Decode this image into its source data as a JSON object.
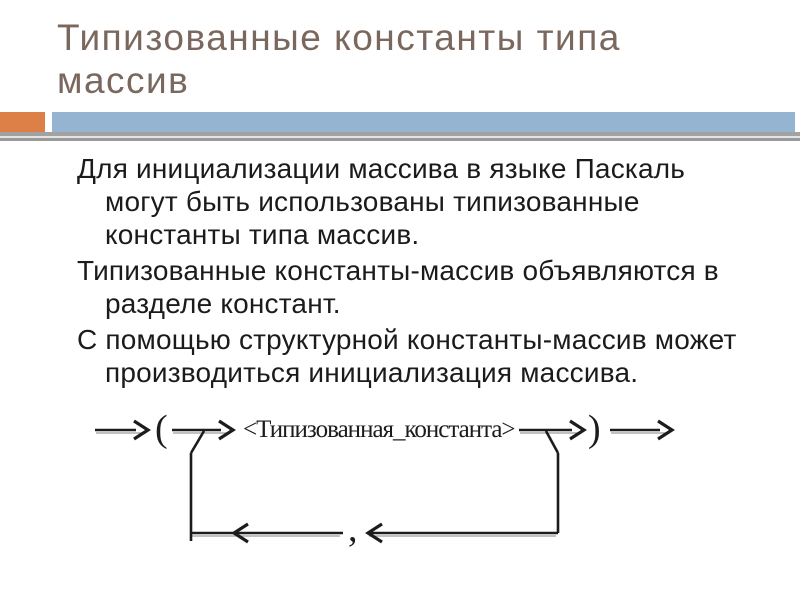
{
  "slide": {
    "title": {
      "line1": "Типизованные константы типа",
      "line2": "массив"
    },
    "theme_colors": {
      "title_text": "#7a685e",
      "accent_orange": "#dd8047",
      "accent_blue": "#94b4d2",
      "rule_gray": "#9a9a9a",
      "body_text": "#1b1b1b"
    },
    "body": {
      "paragraphs": [
        {
          "lines": [
            "Для инициализации массива в языке Паскаль",
            "могут быть использованы типизованные",
            "константы типа массив."
          ]
        },
        {
          "lines": [
            "Типизованные константы-массив объявляются в",
            "разделе констант."
          ]
        },
        {
          "lines": [
            "С помощью структурной константы-массив может",
            "производиться инициализация массива."
          ]
        }
      ]
    },
    "diagram": {
      "type": "railroad-syntax-diagram",
      "open_paren": "(",
      "node_label": "<Типизованная_константа>",
      "close_paren": ")",
      "loop_separator": ","
    }
  }
}
